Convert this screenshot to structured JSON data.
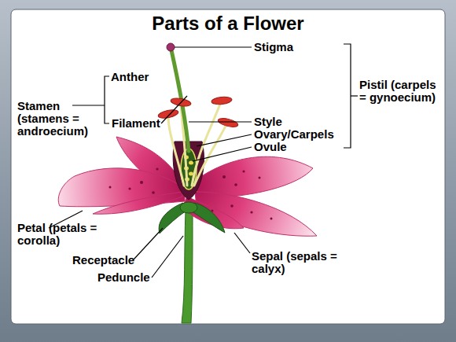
{
  "diagram": {
    "title": "Parts of a Flower",
    "labels": [
      "Stamen (stamens = androecium)",
      "Anther",
      "Filament",
      "Stigma",
      "Style",
      "Ovary/Carpels",
      "Ovule",
      "Pistil (carpels = gynoecium)",
      "Petal (petals = corolla)",
      "Receptacle",
      "Peduncle",
      "Sepal (sepals = calyx)"
    ]
  }
}
